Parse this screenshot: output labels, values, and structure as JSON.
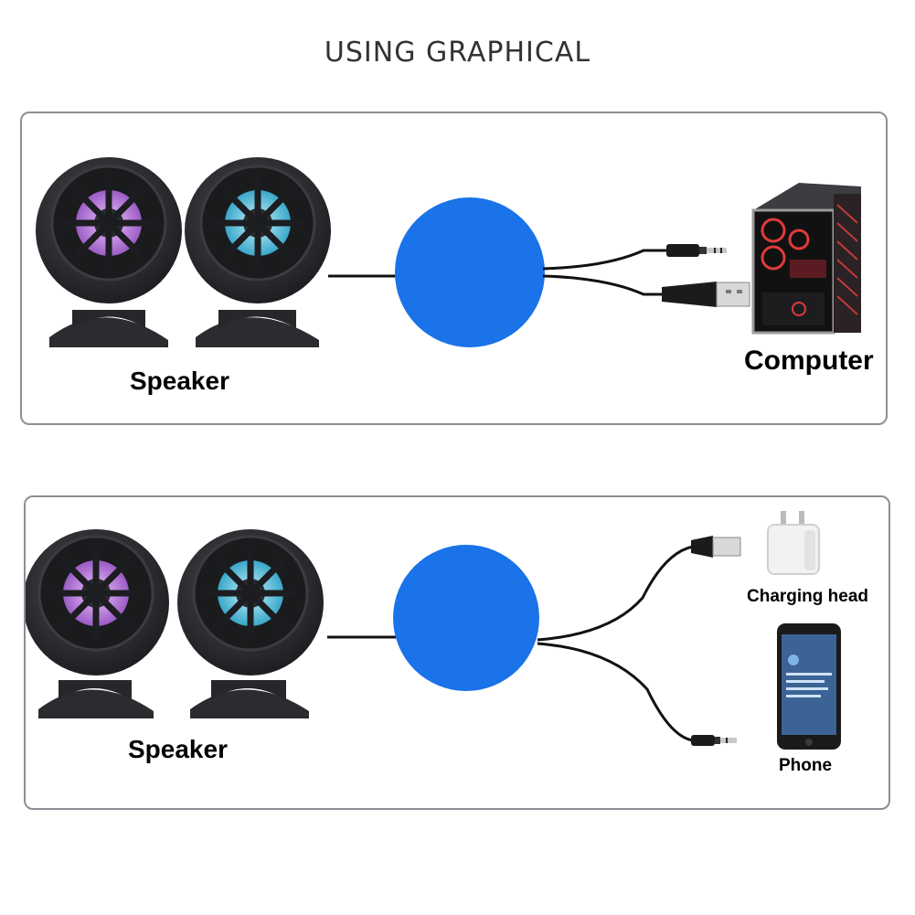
{
  "title": "USING GRAPHICAL",
  "panels": [
    {
      "speaker_label": "Speaker",
      "device_label": "Computer",
      "connectors": [
        "3.5mm audio plug",
        "USB plug"
      ]
    },
    {
      "speaker_label": "Speaker",
      "device_labels": [
        "Charging head",
        "Phone"
      ],
      "connectors": [
        "USB plug",
        "3.5mm audio plug"
      ]
    }
  ],
  "colors": {
    "hub": "#1a73e8",
    "panel_border": "#8a9096",
    "speaker_body": "#2c2e31",
    "speaker_left_glow": "#c98ee0",
    "speaker_right_glow": "#7fd6e6",
    "cable": "#111111"
  },
  "icons": [
    "speaker-icon",
    "hub-circle",
    "audio-jack-icon",
    "usb-plug-icon",
    "computer-tower-icon",
    "charger-icon",
    "phone-icon"
  ]
}
